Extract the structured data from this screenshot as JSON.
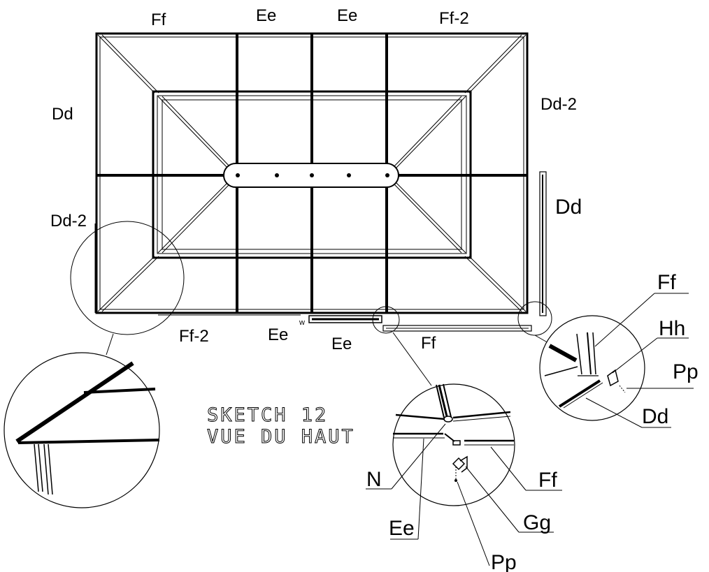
{
  "top_labels": {
    "ff_left": "Ff",
    "ee_1": "Ee",
    "ee_2": "Ee",
    "ff_right": "Ff-2"
  },
  "side_labels": {
    "dd_left": "Dd",
    "dd2_left": "Dd-2",
    "dd2_right": "Dd-2",
    "dd_right": "Dd"
  },
  "bottom_labels": {
    "ff2": "Ff-2",
    "ee_a": "Ee",
    "ee_b": "Ee",
    "ff": "Ff"
  },
  "detail_right_labels": {
    "ff": "Ff",
    "hh": "Hh",
    "pp": "Pp",
    "dd": "Dd"
  },
  "detail_center_labels": {
    "n": "N",
    "ff": "Ff",
    "ee": "Ee",
    "gg": "Gg",
    "pp": "Pp"
  },
  "sketch": {
    "line1": "SKETCH  12",
    "line2": "VUE DU HAUT"
  },
  "small_mark": "w"
}
